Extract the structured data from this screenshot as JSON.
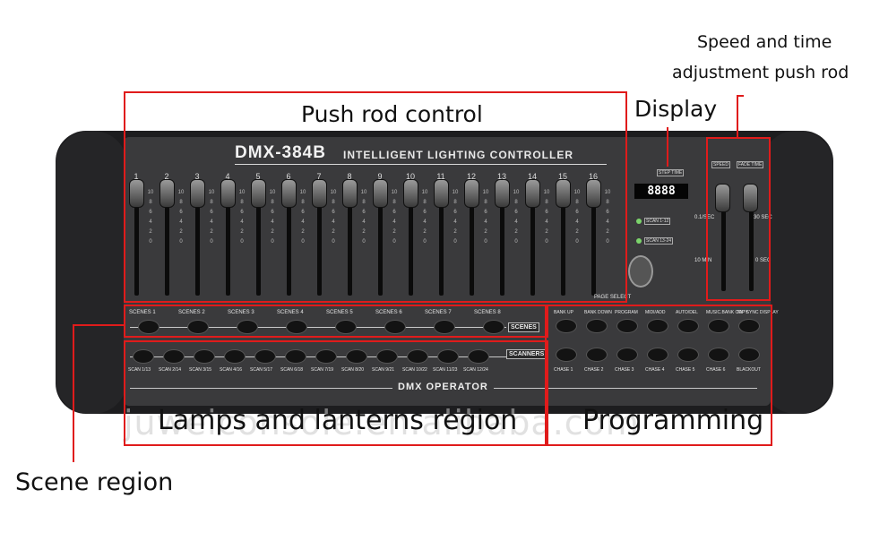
{
  "callouts": {
    "push_rod_control": "Push rod control",
    "display": "Display",
    "speed_line1": "Speed and time",
    "speed_line2": "adjustment push rod",
    "lamps_region": "Lamps and lanterns region",
    "programming": "Programming",
    "scene_region": "Scene region"
  },
  "device": {
    "model": "DMX-384B",
    "subtitle": "INTELLIGENT LIGHTING CONTROLLER",
    "bottom_label": "DMX OPERATOR",
    "page_select": "PAGE SELECT",
    "display_value": "8888",
    "display_mode": "STEP TIME",
    "scan_1_12": "SCAN 1-12",
    "scan_13_24": "SCAN 13-24",
    "speed_fader_label": "SPEED",
    "fade_fader_label": "FADE TIME",
    "speed_range_top": "0.1/SEC",
    "speed_range_bottom": "10 MIN",
    "fade_range_top": "30 SEC",
    "fade_range_bottom": "0 SEC",
    "scenes_tag": "SCENES",
    "scanners_tag": "SCANNERS",
    "fader_numbers": [
      "1",
      "2",
      "3",
      "4",
      "5",
      "6",
      "7",
      "8",
      "9",
      "10",
      "11",
      "12",
      "13",
      "14",
      "15",
      "16"
    ],
    "fader_scale": [
      "10",
      "8",
      "6",
      "4",
      "2",
      "0"
    ],
    "scene_buttons": [
      "SCENES 1",
      "SCENES 2",
      "SCENES 3",
      "SCENES 4",
      "SCENES 5",
      "SCENES 6",
      "SCENES 7",
      "SCENES 8"
    ],
    "scanner_buttons": [
      "SCAN 1/13",
      "SCAN 2/14",
      "SCAN 3/15",
      "SCAN 4/16",
      "SCAN 5/17",
      "SCAN 6/18",
      "SCAN 7/19",
      "SCAN 8/20",
      "SCAN 9/21",
      "SCAN 10/22",
      "SCAN 11/23",
      "SCAN 12/24"
    ],
    "program_top": [
      "BANK UP",
      "BANK DOWN",
      "PROGRAM",
      "MIDI/ADD",
      "AUTO/DEL",
      "MUSIC.BANK COPY",
      "TAP SYNC DISPLAY"
    ],
    "program_bottom": [
      "CHASE 1",
      "CHASE 2",
      "CHASE 3",
      "CHASE 4",
      "CHASE 5",
      "CHASE 6",
      "BLACKOUT"
    ]
  },
  "watermark": "juweiconsole.en.alibaba.com",
  "colors": {
    "annotation": "#e01b1b",
    "console": "#1d1d1f",
    "panel": "#3a3a3c",
    "led": "#7bd36b"
  }
}
